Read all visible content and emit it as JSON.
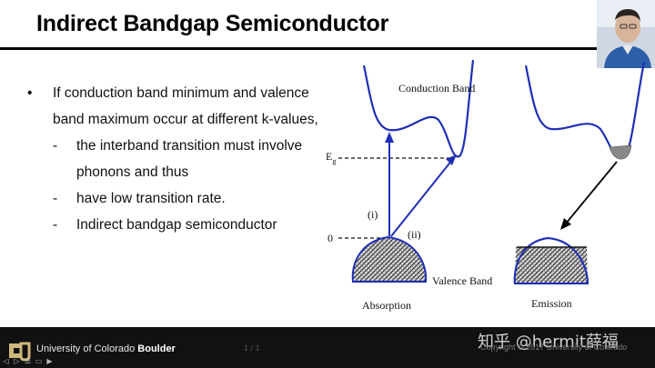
{
  "slide": {
    "title": "Indirect Bandgap Semiconductor",
    "bullet_symbol": "•",
    "dash_symbol": "-",
    "bullet": "If conduction band minimum and valence band maximum occur at different k-values,",
    "sub_bullets": [
      "the interband transition must involve phonons and thus",
      "have low transition rate.",
      "Indirect bandgap semiconductor"
    ]
  },
  "figure": {
    "conduction_band_label": "Conduction Band",
    "valence_band_label": "Valence Band",
    "eg_label": "E",
    "eg_subscript": "g",
    "zero_label": "0",
    "transition_i": "(i)",
    "transition_ii": "(ii)",
    "absorption_label": "Absorption",
    "emission_label": "Emission",
    "colors": {
      "band_curve": "#1f2fb5",
      "arrow": "#1f2fb5",
      "emission_arrow": "#000000"
    }
  },
  "footer": {
    "university": "University of Colorado",
    "university_bold": "Boulder",
    "copyright": "Copyright © 2017 University of Colorado",
    "watermark": "知乎 @hermit薛福",
    "page_mark": "1 / 1",
    "nav_icons": [
      "prev-icon",
      "next-icon",
      "menu-icon",
      "slides-icon",
      "play-icon"
    ]
  }
}
